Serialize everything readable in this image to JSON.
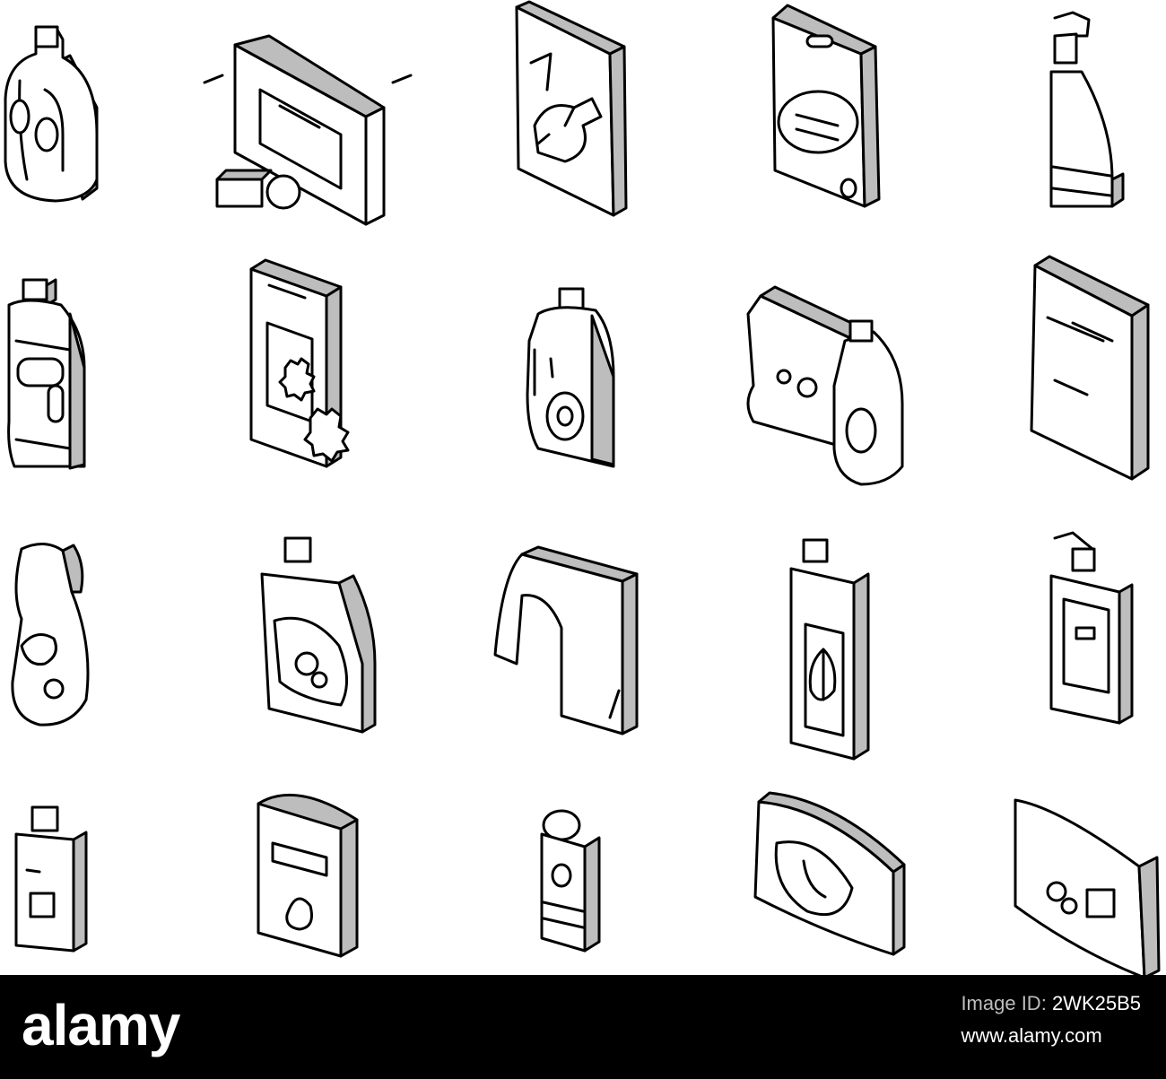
{
  "footer": {
    "brand": "alamy",
    "image_id_label": "Image ID:",
    "image_id": "2WK25B5",
    "site": "www.alamy.com"
  },
  "icons": [
    "detergent-bottle-icon",
    "dishwasher-tablet-icon",
    "powder-bag-hand-icon",
    "washing-powder-pack-icon",
    "spray-bottle-icon",
    "laundry-bottle-icon",
    "detergent-box-icon",
    "softener-bottle-icon",
    "stain-remover-icon",
    "sealed-bag-icon",
    "liquid-soap-bottle-icon",
    "gel-detergent-bottle-icon",
    "washing-pod-icon",
    "eco-detergent-icon",
    "pump-dispenser-icon",
    "plain-bottle-icon",
    "powder-box-icon",
    "bleach-bottle-icon",
    "wet-wipes-pack-icon",
    "wipes-package-icon"
  ],
  "colors": {
    "ink": "#000000",
    "shade": "#bdbdbd",
    "footer": "#000000"
  }
}
